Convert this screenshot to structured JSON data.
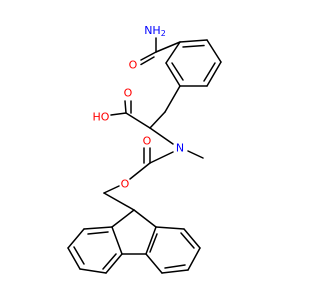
{
  "molecule": {
    "atom_labels": {
      "amide_nh2": "NH",
      "amide_nh2_subscript": "2",
      "amide_o": "O",
      "acid_oh": "HO",
      "acid_o": "O",
      "n_methyl": "N",
      "carbamate_o_carbonyl": "O",
      "carbamate_o_ester": "O"
    },
    "colors": {
      "bond": "#000000",
      "oxygen": "#ff0000",
      "nitrogen": "#0000ff"
    }
  }
}
